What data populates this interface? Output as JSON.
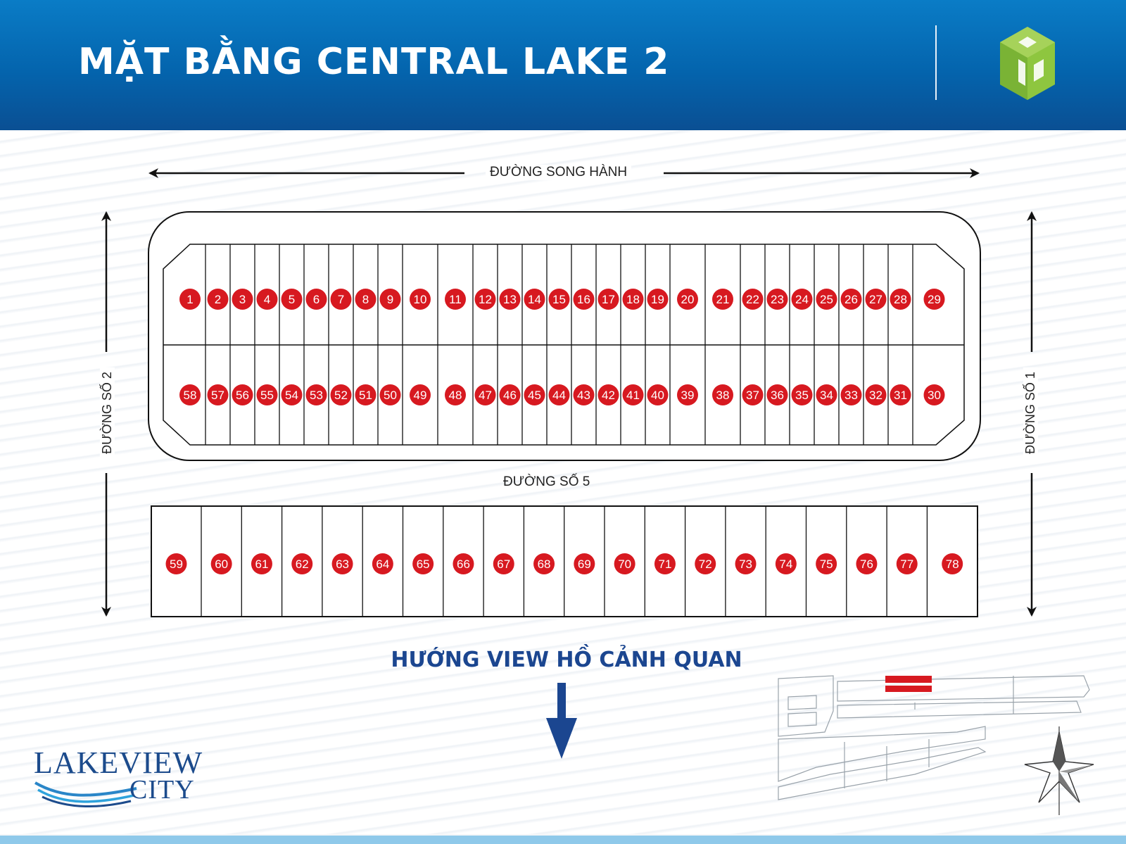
{
  "header": {
    "title": "MẶT BẰNG CENTRAL LAKE 2",
    "logo_icon": "green-cube-logo-icon",
    "accent": "#0464ad",
    "logo_color": "#8ec63f"
  },
  "roads": {
    "top": "ĐƯỜNG SONG HÀNH",
    "middle": "ĐƯỜNG SỐ 5",
    "left": "ĐƯỜNG SỐ 2",
    "right": "ĐƯỜNG SỐ 1"
  },
  "lots": {
    "color": "#d71920",
    "block_a_top": [
      "1",
      "2",
      "3",
      "4",
      "5",
      "6",
      "7",
      "8",
      "9",
      "10",
      "11",
      "12",
      "13",
      "14",
      "15",
      "16",
      "17",
      "18",
      "19",
      "20",
      "21",
      "22",
      "23",
      "24",
      "25",
      "26",
      "27",
      "28",
      "29"
    ],
    "block_a_bottom": [
      "58",
      "57",
      "56",
      "55",
      "54",
      "53",
      "52",
      "51",
      "50",
      "49",
      "48",
      "47",
      "46",
      "45",
      "44",
      "43",
      "42",
      "41",
      "40",
      "39",
      "38",
      "37",
      "36",
      "35",
      "34",
      "33",
      "32",
      "31",
      "30"
    ],
    "block_b": [
      "59",
      "60",
      "61",
      "62",
      "63",
      "64",
      "65",
      "66",
      "67",
      "68",
      "69",
      "70",
      "71",
      "72",
      "73",
      "74",
      "75",
      "76",
      "77",
      "78"
    ]
  },
  "view": {
    "label": "HƯỚNG VIEW HỒ CẢNH QUAN",
    "color": "#1b4690"
  },
  "brand": {
    "line1": "LAKEVIEW",
    "line2": "CITY",
    "wave_icon": "water-wave-icon"
  },
  "minimap": {
    "icon": "site-overview-map",
    "highlight": "#d71920"
  },
  "compass": {
    "icon": "compass-star-icon"
  }
}
